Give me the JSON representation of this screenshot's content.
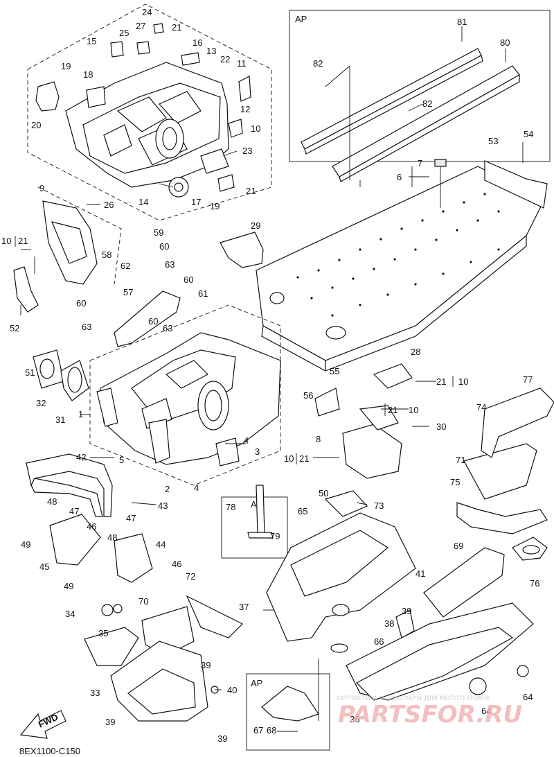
{
  "diagram": {
    "code": "8EX1100-C150",
    "fwd_label": "FWD",
    "ap_label": "AP",
    "watermark": {
      "line1": "ЗАПЧАСТИ И АКСЕССУАРЫ ДЛЯ МОТОТЕХНИКИ",
      "line2": "PARTSFOR.RU"
    },
    "callouts": {
      "c1": "1",
      "c2": "2",
      "c3": "3",
      "c4a": "4",
      "c4b": "4",
      "c5": "5",
      "c6": "6",
      "c7": "7",
      "c8": "8",
      "c9": "9",
      "c10top": "10",
      "c10a": "10",
      "c10b": "10",
      "c10c": "10",
      "c10d": "10",
      "c11": "11",
      "c12": "12",
      "c13": "13",
      "c14": "14",
      "c15": "15",
      "c16": "16",
      "c17": "17",
      "c18": "18",
      "c19a": "19",
      "c19b": "19",
      "c20": "20",
      "c21a": "21",
      "c21b": "21",
      "c21c": "21",
      "c21d": "21",
      "c21e": "21",
      "c21f": "21",
      "c22": "22",
      "c23": "23",
      "c24": "24",
      "c25": "25",
      "c26": "26",
      "c27": "27",
      "c28": "28",
      "c29": "29",
      "c30": "30",
      "c31": "31",
      "c32": "32",
      "c33": "33",
      "c34": "34",
      "c35": "35",
      "c36": "36",
      "c37": "37",
      "c38": "38",
      "c39a": "39",
      "c39b": "39",
      "c39c": "39",
      "c39d": "39",
      "c40": "40",
      "c41": "41",
      "c42": "42",
      "c43": "43",
      "c44": "44",
      "c45": "45",
      "c46a": "46",
      "c46b": "46",
      "c47a": "47",
      "c47b": "47",
      "c48a": "48",
      "c48b": "48",
      "c49a": "49",
      "c49b": "49",
      "c50": "50",
      "c51": "51",
      "c52": "52",
      "c53": "53",
      "c54": "54",
      "c55": "55",
      "c56": "56",
      "c57": "57",
      "c58": "58",
      "c59": "59",
      "c60a": "60",
      "c60b": "60",
      "c60c": "60",
      "c60d": "60",
      "c61": "61",
      "c62": "62",
      "c63a": "63",
      "c63b": "63",
      "c63c": "63",
      "c64a": "64",
      "c64b": "64",
      "c65": "65",
      "c66": "66",
      "c67": "67",
      "c68": "68",
      "c69": "69",
      "c70": "70",
      "c71": "71",
      "c72": "72",
      "c73": "73",
      "c74": "74",
      "c75": "75",
      "c76": "76",
      "c77": "77",
      "c78": "78",
      "c79": "79",
      "c80": "80",
      "c81": "81",
      "c82a": "82",
      "c82b": "82"
    }
  }
}
